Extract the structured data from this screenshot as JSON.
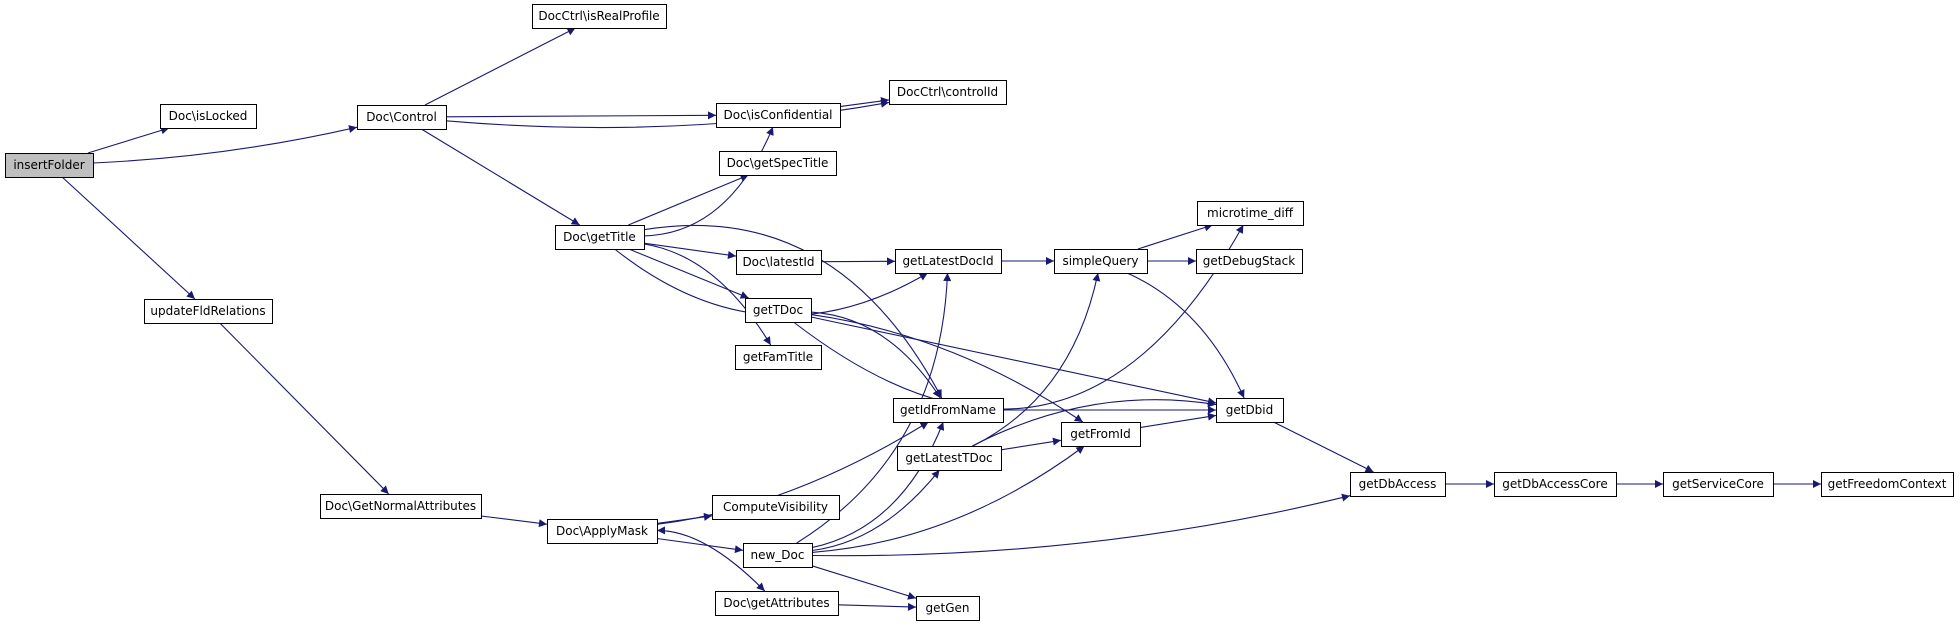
{
  "colors": {
    "edge": "#191970",
    "node_fill": "#ffffff",
    "root_fill": "#bfbfbf",
    "node_border": "#000000",
    "text": "#000000"
  },
  "nodes": [
    {
      "id": "insertFolder",
      "label": "insertFolder",
      "root": true
    },
    {
      "id": "isLocked",
      "label": "Doc\\isLocked"
    },
    {
      "id": "control",
      "label": "Doc\\Control"
    },
    {
      "id": "isRealProfile",
      "label": "DocCtrl\\isRealProfile"
    },
    {
      "id": "controlId",
      "label": "DocCtrl\\controlId"
    },
    {
      "id": "isConfidential",
      "label": "Doc\\isConfidential"
    },
    {
      "id": "getSpecTitle",
      "label": "Doc\\getSpecTitle"
    },
    {
      "id": "getTitle",
      "label": "Doc\\getTitle"
    },
    {
      "id": "latestId",
      "label": "Doc\\latestId"
    },
    {
      "id": "getTDoc",
      "label": "getTDoc"
    },
    {
      "id": "getFamTitle",
      "label": "getFamTitle"
    },
    {
      "id": "microtime_diff",
      "label": "microtime_diff"
    },
    {
      "id": "getLatestDocId",
      "label": "getLatestDocId"
    },
    {
      "id": "simpleQuery",
      "label": "simpleQuery"
    },
    {
      "id": "getDebugStack",
      "label": "getDebugStack"
    },
    {
      "id": "getIdFromName",
      "label": "getIdFromName"
    },
    {
      "id": "getDbid",
      "label": "getDbid"
    },
    {
      "id": "getFromId",
      "label": "getFromId"
    },
    {
      "id": "getLatestTDoc",
      "label": "getLatestTDoc"
    },
    {
      "id": "updateFldRelations",
      "label": "updateFldRelations"
    },
    {
      "id": "getNormalAttributes",
      "label": "Doc\\GetNormalAttributes"
    },
    {
      "id": "applyMask",
      "label": "Doc\\ApplyMask"
    },
    {
      "id": "computeVisibility",
      "label": "ComputeVisibility"
    },
    {
      "id": "new_Doc",
      "label": "new_Doc"
    },
    {
      "id": "getAttributes",
      "label": "Doc\\getAttributes"
    },
    {
      "id": "getGen",
      "label": "getGen"
    },
    {
      "id": "getDbAccess",
      "label": "getDbAccess"
    },
    {
      "id": "getDbAccessCore",
      "label": "getDbAccessCore"
    },
    {
      "id": "getServiceCore",
      "label": "getServiceCore"
    },
    {
      "id": "getFreedomContext",
      "label": "getFreedomContext"
    }
  ],
  "edges": [
    {
      "from": "insertFolder",
      "to": "isLocked"
    },
    {
      "from": "insertFolder",
      "to": "control"
    },
    {
      "from": "insertFolder",
      "to": "updateFldRelations"
    },
    {
      "from": "control",
      "to": "isRealProfile"
    },
    {
      "from": "control",
      "to": "controlId"
    },
    {
      "from": "control",
      "to": "isConfidential"
    },
    {
      "from": "control",
      "to": "getTitle"
    },
    {
      "from": "isConfidential",
      "to": "controlId"
    },
    {
      "from": "getTitle",
      "to": "isConfidential"
    },
    {
      "from": "getTitle",
      "to": "getSpecTitle"
    },
    {
      "from": "getTitle",
      "to": "getLatestDocId"
    },
    {
      "from": "getTitle",
      "to": "latestId"
    },
    {
      "from": "getTitle",
      "to": "getTDoc"
    },
    {
      "from": "getTitle",
      "to": "getFamTitle"
    },
    {
      "from": "getTitle",
      "to": "getIdFromName"
    },
    {
      "from": "latestId",
      "to": "getLatestDocId"
    },
    {
      "from": "getTDoc",
      "to": "microtime_diff"
    },
    {
      "from": "getTDoc",
      "to": "getIdFromName"
    },
    {
      "from": "getTDoc",
      "to": "getDbid"
    },
    {
      "from": "getTDoc",
      "to": "getFromId"
    },
    {
      "from": "getLatestDocId",
      "to": "simpleQuery"
    },
    {
      "from": "simpleQuery",
      "to": "microtime_diff"
    },
    {
      "from": "simpleQuery",
      "to": "getDebugStack"
    },
    {
      "from": "simpleQuery",
      "to": "getDbid"
    },
    {
      "from": "getIdFromName",
      "to": "getDbid"
    },
    {
      "from": "getFromId",
      "to": "getDbid"
    },
    {
      "from": "getLatestTDoc",
      "to": "getFromId"
    },
    {
      "from": "getLatestTDoc",
      "to": "simpleQuery"
    },
    {
      "from": "getLatestTDoc",
      "to": "getDbid"
    },
    {
      "from": "getDbid",
      "to": "getDbAccess"
    },
    {
      "from": "getDbAccess",
      "to": "getDbAccessCore"
    },
    {
      "from": "getDbAccessCore",
      "to": "getServiceCore"
    },
    {
      "from": "getServiceCore",
      "to": "getFreedomContext"
    },
    {
      "from": "updateFldRelations",
      "to": "getNormalAttributes"
    },
    {
      "from": "getNormalAttributes",
      "to": "applyMask"
    },
    {
      "from": "applyMask",
      "to": "getIdFromName"
    },
    {
      "from": "applyMask",
      "to": "computeVisibility"
    },
    {
      "from": "applyMask",
      "to": "new_Doc"
    },
    {
      "from": "applyMask",
      "to": "getAttributes"
    },
    {
      "from": "getAttributes",
      "to": "applyMask"
    },
    {
      "from": "getAttributes",
      "to": "getGen"
    },
    {
      "from": "new_Doc",
      "to": "getLatestDocId"
    },
    {
      "from": "new_Doc",
      "to": "getIdFromName"
    },
    {
      "from": "new_Doc",
      "to": "getLatestTDoc"
    },
    {
      "from": "new_Doc",
      "to": "getFromId"
    },
    {
      "from": "new_Doc",
      "to": "getDbAccess"
    },
    {
      "from": "new_Doc",
      "to": "getGen"
    }
  ]
}
